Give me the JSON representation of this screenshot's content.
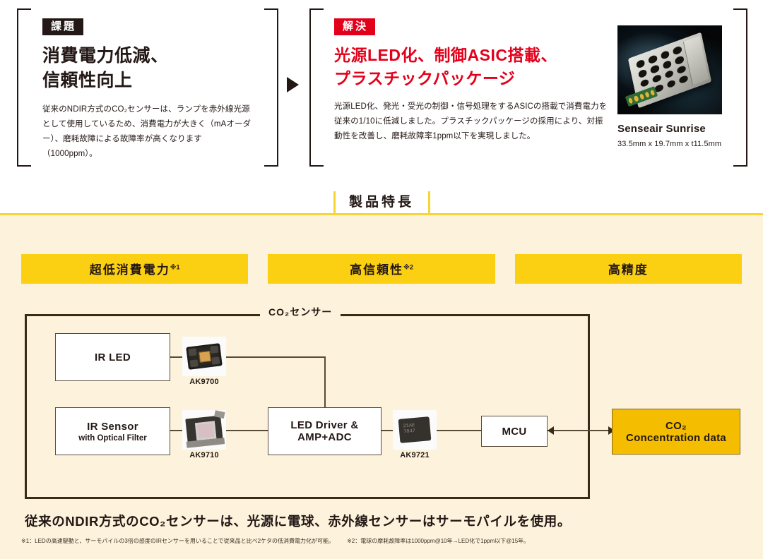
{
  "top_section": {
    "problem": {
      "tag": "課題",
      "headline_line1": "消費電力低減、",
      "headline_line2": "信頼性向上",
      "body": "従来のNDIR方式のCO₂センサーは、ランプを赤外線光源として使用しているため、消費電力が大きく（mAオーダー）、磨耗故障による故障率が高くなります（1000ppm）。"
    },
    "arrow_icon": "play-triangle-right",
    "solution": {
      "tag": "解決",
      "headline_line1": "光源LED化、制御ASIC搭載、",
      "headline_line2": "プラスチックパッケージ",
      "body": "光源LED化、発光・受光の制御・信号処理をするASICの搭載で消費電力を従来の1/10に低減しました。プラスチックパッケージの採用により、対振動性を改善し、磨耗故障率1ppm以下を実現しました。"
    },
    "product": {
      "name": "Senseair Sunrise",
      "dimensions": "33.5mm x 19.7mm x t11.5mm"
    }
  },
  "features_section": {
    "title": "製品特長",
    "badges": [
      {
        "label": "超低消費電力",
        "note": "※1"
      },
      {
        "label": "高信頼性",
        "note": "※2"
      },
      {
        "label": "高精度",
        "note": ""
      }
    ],
    "diagram": {
      "container_label": "CO₂センサー",
      "blocks": [
        {
          "id": "ir-led",
          "line1": "IR LED",
          "line2": ""
        },
        {
          "id": "ir-sensor",
          "line1": "IR Sensor",
          "line2": "with Optical Filter"
        },
        {
          "id": "led-driver",
          "line1": "LED Driver &",
          "line2": "AMP+ADC"
        },
        {
          "id": "mcu",
          "line1": "MCU",
          "line2": ""
        },
        {
          "id": "co2-output",
          "line1": "CO₂",
          "line2": "Concentration data"
        }
      ],
      "chips": [
        {
          "id": "ak9700",
          "caption": "AK9700"
        },
        {
          "id": "ak9710",
          "caption": "AK9710"
        },
        {
          "id": "ak9721",
          "caption": "AK9721"
        }
      ]
    },
    "bottom_note": "従来のNDIR方式のCO₂センサーは、光源に電球、赤外線センサーはサーモパイルを使用。",
    "footnotes": [
      "※1：LEDの高速駆動と、サーモパイルの3倍の感度のIRセンサーを用いることで従来品と比べ2ケタの低消費電力化が可能。",
      "※2：電球の摩耗故障率は1000ppm@10年→LED化で1ppm以下@15年。"
    ]
  },
  "colors": {
    "accent_yellow": "#fbd012",
    "line_yellow": "#f7d533",
    "cream_bg": "#fdf3dc",
    "red": "#e3001b",
    "dark": "#231815",
    "brown_border": "#3a2a18",
    "output_yellow": "#f5bd00"
  }
}
